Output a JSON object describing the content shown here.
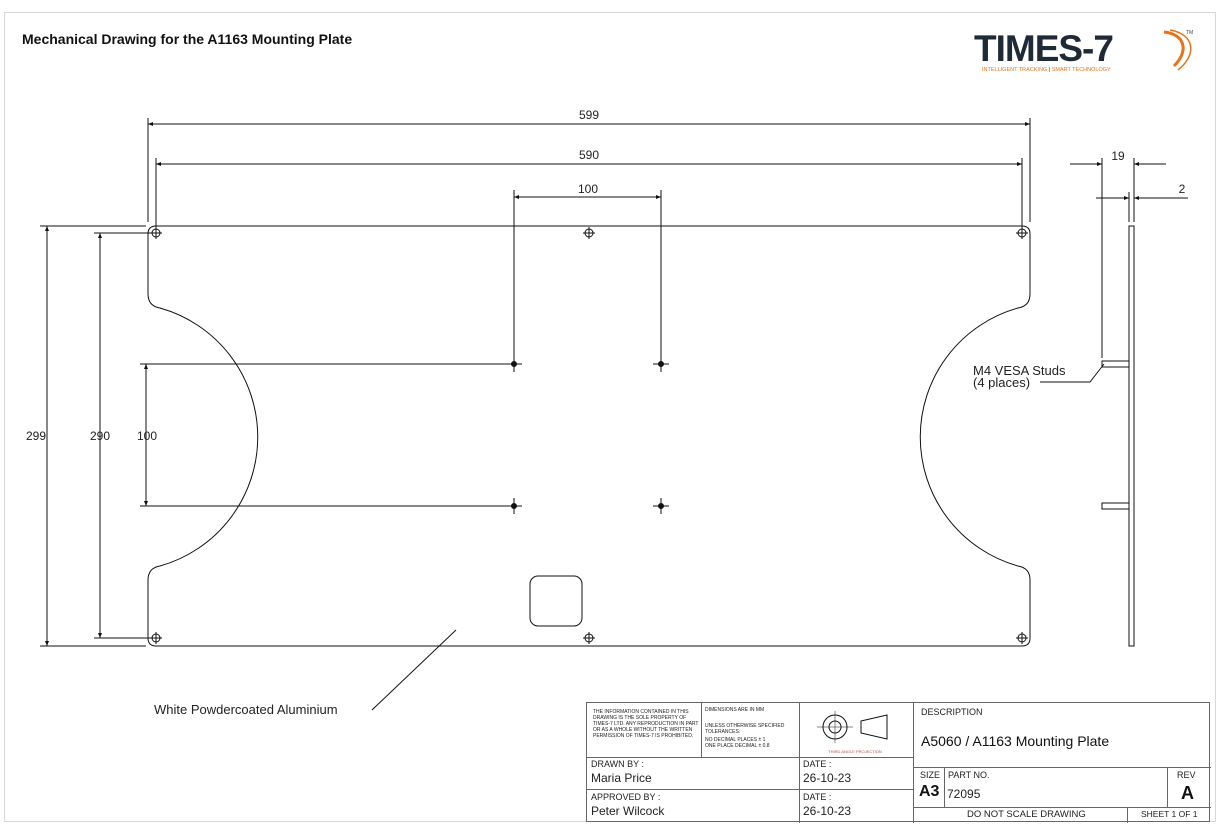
{
  "header": {
    "title": "Mechanical Drawing for the A1163 Mounting Plate"
  },
  "logo": {
    "word": "TIMES-7",
    "tag_left": "INTELLIGENT TRACKING",
    "tag_sep": " | ",
    "tag_right": "SMART TECHNOLOGY",
    "tm": "TM",
    "brand_color": "#1f2a36",
    "accent_color": "#e8731b"
  },
  "dimensions": {
    "overall_width": "599",
    "hole_span_width": "590",
    "vesa_horizontal": "100",
    "overall_height": "299",
    "hole_span_height": "290",
    "vesa_vertical": "100",
    "side_offset": "19",
    "thickness": "2"
  },
  "notes": {
    "studs_line1": "M4 VESA Studs",
    "studs_line2": "(4 places)",
    "material": "White Powdercoated Aluminium"
  },
  "title_block": {
    "property_notice": "THE INFORMATION CONTAINED IN THIS DRAWING IS THE SOLE PROPERTY OF TIMES-7 LTD. ANY REPRODUCTION IN PART OR AS A WHOLE WITHOUT THE WRITTEN PERMISSION OF TIMES-7 IS PROHIBITED.",
    "units_note": "DIMENSIONS ARE IN mm",
    "tolerance_note": "UNLESS OTHERWISE SPECIFIED TOLERANCES:",
    "tolerance_none": "NO DECIMAL PLACES ± 1",
    "tolerance_one": "ONE PLACE DECIMAL ± 0.8",
    "projection_label": "THIRD ANGLE PROJECTION",
    "description_label": "DESCRIPTION",
    "description": "A5060 / A1163 Mounting Plate",
    "drawn_by_label": "DRAWN BY :",
    "drawn_by": "Maria Price",
    "drawn_date_label": "DATE :",
    "drawn_date": "26-10-23",
    "approved_by_label": "APPROVED BY :",
    "approved_by": "Peter Wilcock",
    "approved_date_label": "DATE :",
    "approved_date": "26-10-23",
    "size_label": "SIZE",
    "size": "A3",
    "part_no_label": "PART NO.",
    "part_no": "72095",
    "rev_label": "REV",
    "rev": "A",
    "do_not_scale": "DO NOT SCALE DRAWING",
    "sheet": "SHEET 1 OF 1"
  }
}
